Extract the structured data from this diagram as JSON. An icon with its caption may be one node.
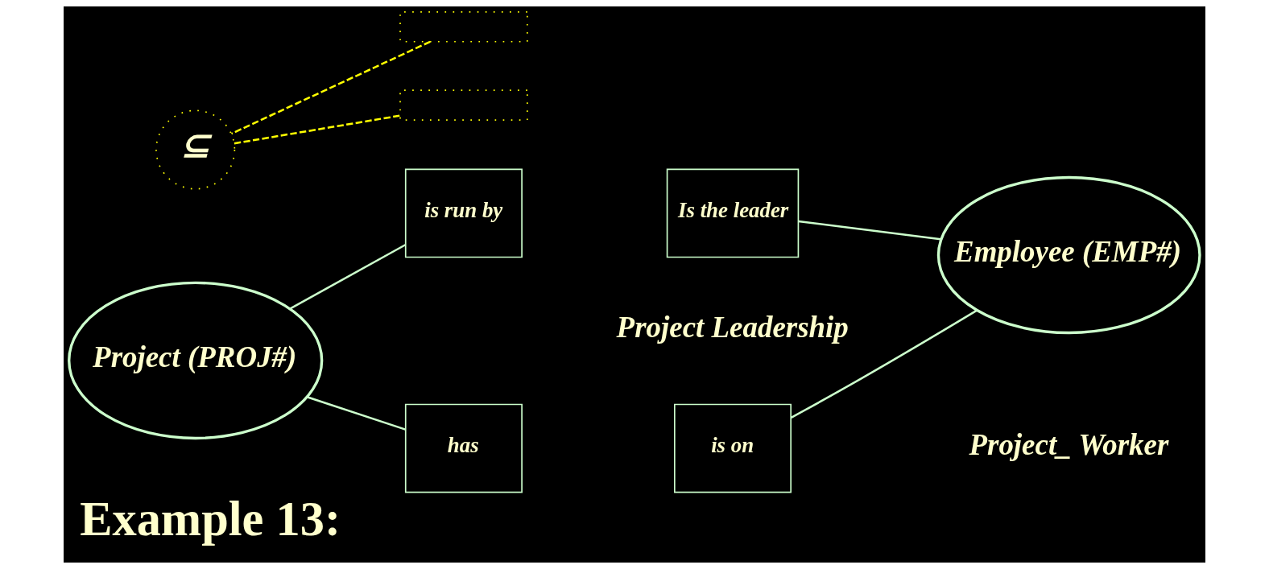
{
  "diagram": {
    "title": "Example 13:",
    "nodes": [
      {
        "text": [
          "Project (PROJ#)"
        ]
      },
      {
        "text": [
          "is run by"
        ]
      },
      {
        "text": [
          "Is the leader"
        ]
      },
      {
        "text": [
          "Employee (EMP#)"
        ]
      },
      {
        "text": [
          "has"
        ]
      },
      {
        "text": [
          "is on"
        ]
      },
      {
        "text": [],
        "shape": "box"
      },
      {
        "text": [
          "⊆"
        ]
      },
      {
        "text": [],
        "shape": "box"
      }
    ],
    "edges": [
      {
        "from": 0,
        "to": 1,
        "arrow": "none"
      },
      {
        "from": 2,
        "to": 3,
        "arrow": "none"
      },
      {
        "from": 0,
        "to": 4,
        "arrow": "none"
      },
      {
        "from": 5,
        "to": 3,
        "arrow": "none"
      },
      {
        "from": 6,
        "to": 7,
        "arrow": "none",
        "style": "dashed",
        "color": "#ffff00"
      },
      {
        "from": 7,
        "to": 8,
        "arrow": "none",
        "style": "dashed",
        "color": "#ffff00"
      }
    ],
    "labels": [
      "Project Leadership",
      "Project_ Worker"
    ]
  }
}
